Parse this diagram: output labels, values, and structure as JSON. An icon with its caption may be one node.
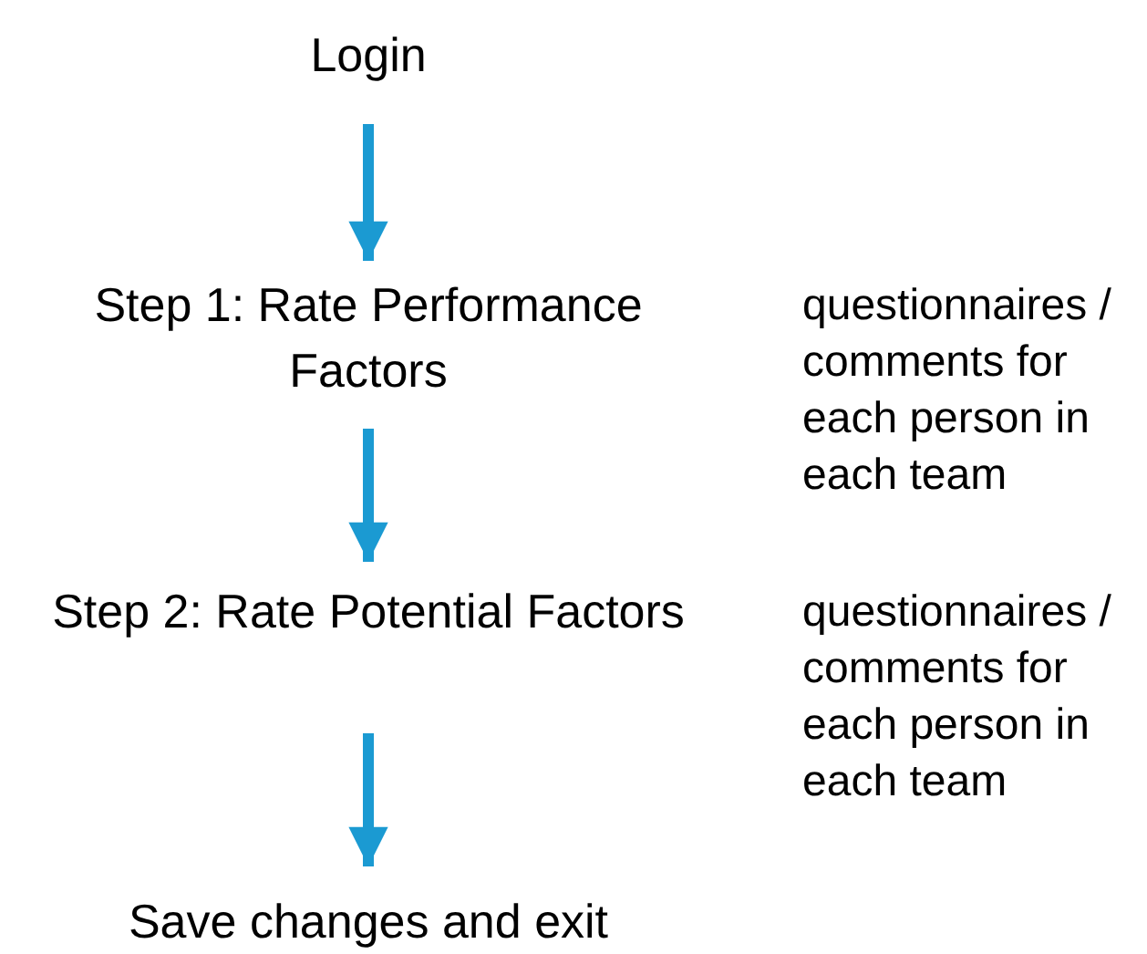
{
  "diagram": {
    "nodes": [
      {
        "text": [
          "Login"
        ]
      },
      {
        "text": [
          "Step 1: Rate Performance Factors"
        ],
        "beside": [
          "questionnaires / comments for each person in each team"
        ]
      },
      {
        "text": [
          "Step 2: Rate Potential Factors"
        ],
        "beside": [
          "questionnaires / comments for each person in each team"
        ]
      },
      {
        "text": [
          "Save changes and exit"
        ]
      }
    ],
    "edges": [
      {
        "from": 0,
        "to": 1,
        "arrow": "to"
      },
      {
        "from": 1,
        "to": 2,
        "arrow": "to"
      },
      {
        "from": 2,
        "to": 3,
        "arrow": "to"
      }
    ]
  }
}
